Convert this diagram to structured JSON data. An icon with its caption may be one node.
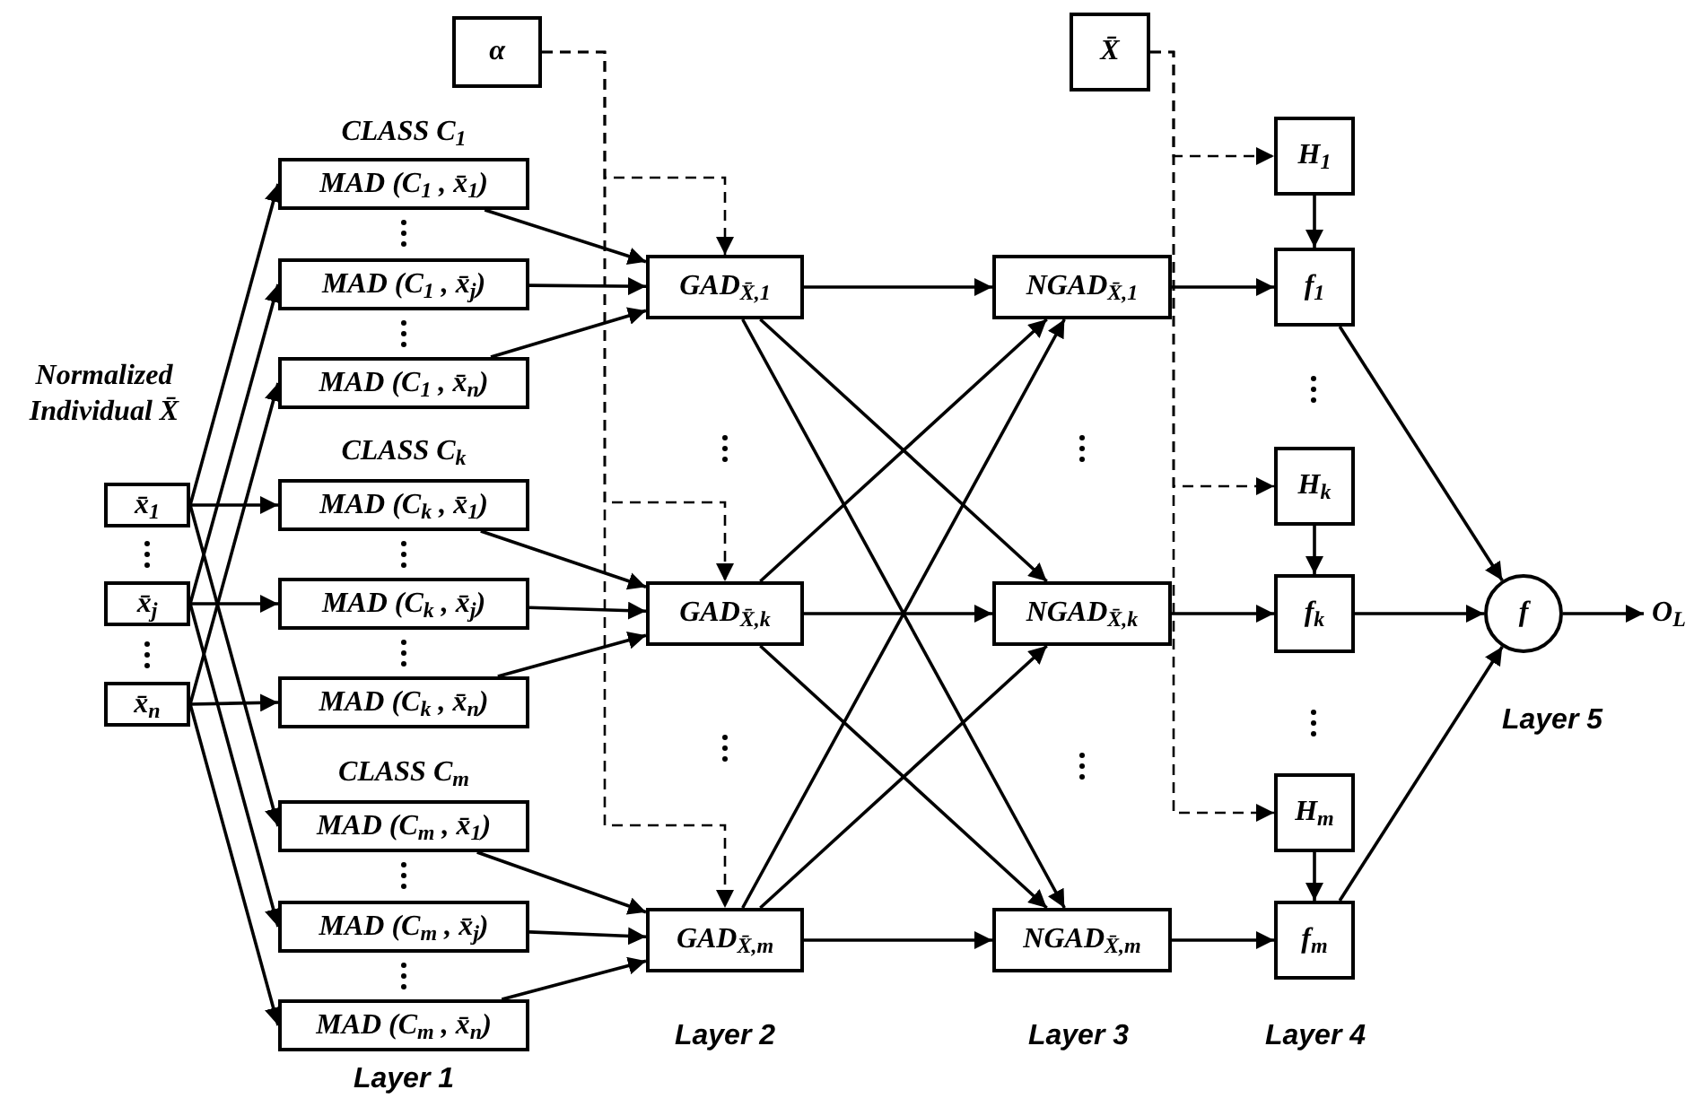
{
  "diagram": {
    "nodes": [
      {
        "text": [
          "α"
        ]
      },
      {
        "text": [
          "X̄"
        ]
      },
      {
        "text": [
          "x̄$_{1}$"
        ]
      },
      {
        "text": [
          "x̄$_{j}$"
        ]
      },
      {
        "text": [
          "x̄$_{n}$"
        ]
      },
      {
        "text": [
          "MAD (C$_{1}$ , x̄$_{1}$)"
        ]
      },
      {
        "text": [
          "MAD (C$_{1}$ , x̄$_{j}$)"
        ]
      },
      {
        "text": [
          "MAD (C$_{1}$ , x̄$_{n}$)"
        ]
      },
      {
        "text": [
          "MAD (C$_{k}$ , x̄$_{1}$)"
        ]
      },
      {
        "text": [
          "MAD (C$_{k}$ , x̄$_{j}$)"
        ]
      },
      {
        "text": [
          "MAD (C$_{k}$ , x̄$_{n}$)"
        ]
      },
      {
        "text": [
          "MAD (C$_{m}$ , x̄$_{1}$)"
        ]
      },
      {
        "text": [
          "MAD (C$_{m}$ , x̄$_{j}$)"
        ]
      },
      {
        "text": [
          "MAD (C$_{m}$ , x̄$_{n}$)"
        ]
      },
      {
        "text": [
          "GAD$_{X̄,1}$"
        ]
      },
      {
        "text": [
          "GAD$_{X̄,k}$"
        ]
      },
      {
        "text": [
          "GAD$_{X̄,m}$"
        ]
      },
      {
        "text": [
          "NGAD$_{X̄,1}$"
        ]
      },
      {
        "text": [
          "NGAD$_{X̄,k}$"
        ]
      },
      {
        "text": [
          "NGAD$_{X̄,m}$"
        ]
      },
      {
        "text": [
          "H$_{1}$"
        ]
      },
      {
        "text": [
          "H$_{k}$"
        ]
      },
      {
        "text": [
          "H$_{m}$"
        ]
      },
      {
        "text": [
          "f$_{1}$"
        ]
      },
      {
        "text": [
          "f$_{k}$"
        ]
      },
      {
        "text": [
          "f$_{m}$"
        ]
      },
      {
        "text": [
          "f"
        ]
      },
      {
        "text": [
          "O$_{L}$"
        ]
      }
    ],
    "edges": [
      {
        "from": 2,
        "to": 5,
        "arrow": "to"
      },
      {
        "from": 2,
        "to": 8,
        "arrow": "to"
      },
      {
        "from": 2,
        "to": 11,
        "arrow": "to"
      },
      {
        "from": 3,
        "to": 6,
        "arrow": "to"
      },
      {
        "from": 3,
        "to": 9,
        "arrow": "to"
      },
      {
        "from": 3,
        "to": 12,
        "arrow": "to"
      },
      {
        "from": 4,
        "to": 7,
        "arrow": "to"
      },
      {
        "from": 4,
        "to": 10,
        "arrow": "to"
      },
      {
        "from": 4,
        "to": 13,
        "arrow": "to"
      },
      {
        "from": 5,
        "to": 14,
        "arrow": "to"
      },
      {
        "from": 6,
        "to": 14,
        "arrow": "to"
      },
      {
        "from": 7,
        "to": 14,
        "arrow": "to"
      },
      {
        "from": 8,
        "to": 15,
        "arrow": "to"
      },
      {
        "from": 9,
        "to": 15,
        "arrow": "to"
      },
      {
        "from": 10,
        "to": 15,
        "arrow": "to"
      },
      {
        "from": 11,
        "to": 16,
        "arrow": "to"
      },
      {
        "from": 12,
        "to": 16,
        "arrow": "to"
      },
      {
        "from": 13,
        "to": 16,
        "arrow": "to"
      },
      {
        "from": 14,
        "to": 17,
        "arrow": "to"
      },
      {
        "from": 14,
        "to": 18,
        "arrow": "to"
      },
      {
        "from": 14,
        "to": 19,
        "arrow": "to"
      },
      {
        "from": 15,
        "to": 17,
        "arrow": "to"
      },
      {
        "from": 15,
        "to": 18,
        "arrow": "to"
      },
      {
        "from": 15,
        "to": 19,
        "arrow": "to"
      },
      {
        "from": 16,
        "to": 17,
        "arrow": "to"
      },
      {
        "from": 16,
        "to": 18,
        "arrow": "to"
      },
      {
        "from": 16,
        "to": 19,
        "arrow": "to"
      },
      {
        "from": 0,
        "to": 14,
        "arrow": "to",
        "style": "dashed"
      },
      {
        "from": 0,
        "to": 15,
        "arrow": "to",
        "style": "dashed"
      },
      {
        "from": 0,
        "to": 16,
        "arrow": "to",
        "style": "dashed"
      },
      {
        "from": 1,
        "to": 20,
        "arrow": "to",
        "style": "dashed"
      },
      {
        "from": 1,
        "to": 21,
        "arrow": "to",
        "style": "dashed"
      },
      {
        "from": 1,
        "to": 22,
        "arrow": "to",
        "style": "dashed"
      },
      {
        "from": 20,
        "to": 23,
        "arrow": "to"
      },
      {
        "from": 21,
        "to": 24,
        "arrow": "to"
      },
      {
        "from": 22,
        "to": 25,
        "arrow": "to"
      },
      {
        "from": 17,
        "to": 23,
        "arrow": "to"
      },
      {
        "from": 18,
        "to": 24,
        "arrow": "to"
      },
      {
        "from": 19,
        "to": 25,
        "arrow": "to"
      },
      {
        "from": 23,
        "to": 26,
        "arrow": "to"
      },
      {
        "from": 24,
        "to": 26,
        "arrow": "to"
      },
      {
        "from": 25,
        "to": 26,
        "arrow": "to"
      },
      {
        "from": 26,
        "to": 27,
        "arrow": "to"
      }
    ],
    "labels": [
      "CLASS C$_{1}$",
      "Normalized Individual X̄",
      "CLASS C$_{k}$",
      "CLASS C$_{m}$",
      "Layer 5",
      "Layer 2",
      "Layer 3",
      "Layer 4",
      "Layer 1"
    ]
  }
}
